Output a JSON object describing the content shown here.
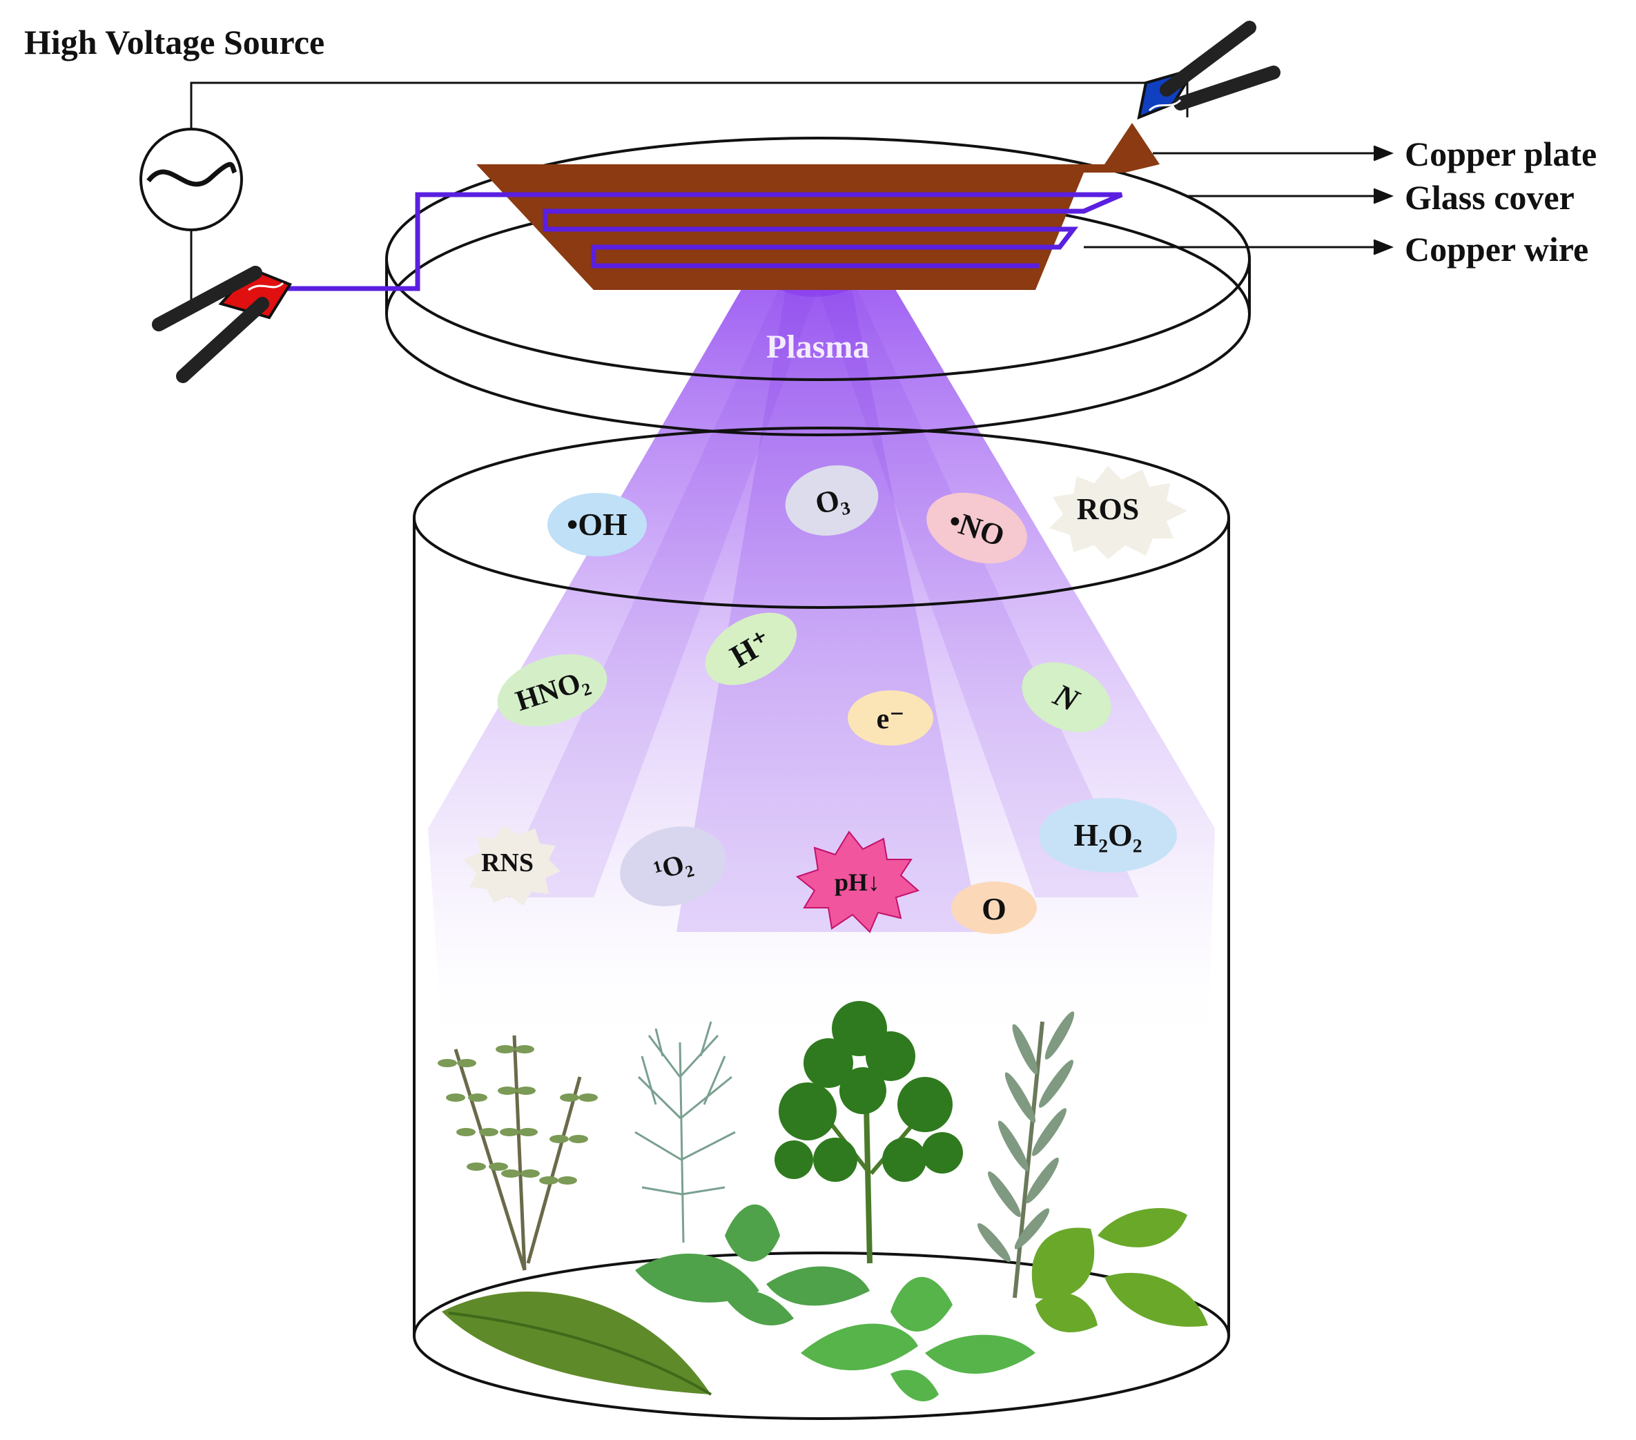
{
  "title": "High Voltage Source",
  "labels": {
    "copper_plate": "Copper plate",
    "glass_cover": "Glass cover",
    "copper_wire": "Copper wire",
    "plasma": "Plasma"
  },
  "species": [
    {
      "id": "oh",
      "label": "•OH",
      "color": "#bfe0f7"
    },
    {
      "id": "o3",
      "label": "O₃",
      "color": "#dcdcec"
    },
    {
      "id": "no",
      "label": "•NO",
      "color": "#f6c8cf"
    },
    {
      "id": "ros",
      "label": "ROS",
      "color": "#f2efe6"
    },
    {
      "id": "hplus",
      "label": "H⁺",
      "color": "#d6f0c4"
    },
    {
      "id": "hno2",
      "label": "HNO₂",
      "color": "#d4efc8"
    },
    {
      "id": "eminus",
      "label": "e⁻",
      "color": "#fbe5b6"
    },
    {
      "id": "n",
      "label": "N",
      "color": "#d3f0c6"
    },
    {
      "id": "h2o2",
      "label": "H₂O₂",
      "color": "#c7e2f7"
    },
    {
      "id": "rns",
      "label": "RNS",
      "color": "#f1ede4"
    },
    {
      "id": "singlet-o2",
      "label": "¹O₂",
      "color": "#d8d6ee"
    },
    {
      "id": "ph",
      "label": "pH↓",
      "color": "#f0559d"
    },
    {
      "id": "o",
      "label": "O",
      "color": "#fbd9b8"
    }
  ],
  "colors": {
    "copper": "#8b3a12",
    "wire": "#5a1fe0",
    "plasma": "#9b4df0",
    "clamp_red": "#e01010",
    "clamp_blue": "#1040c0"
  }
}
